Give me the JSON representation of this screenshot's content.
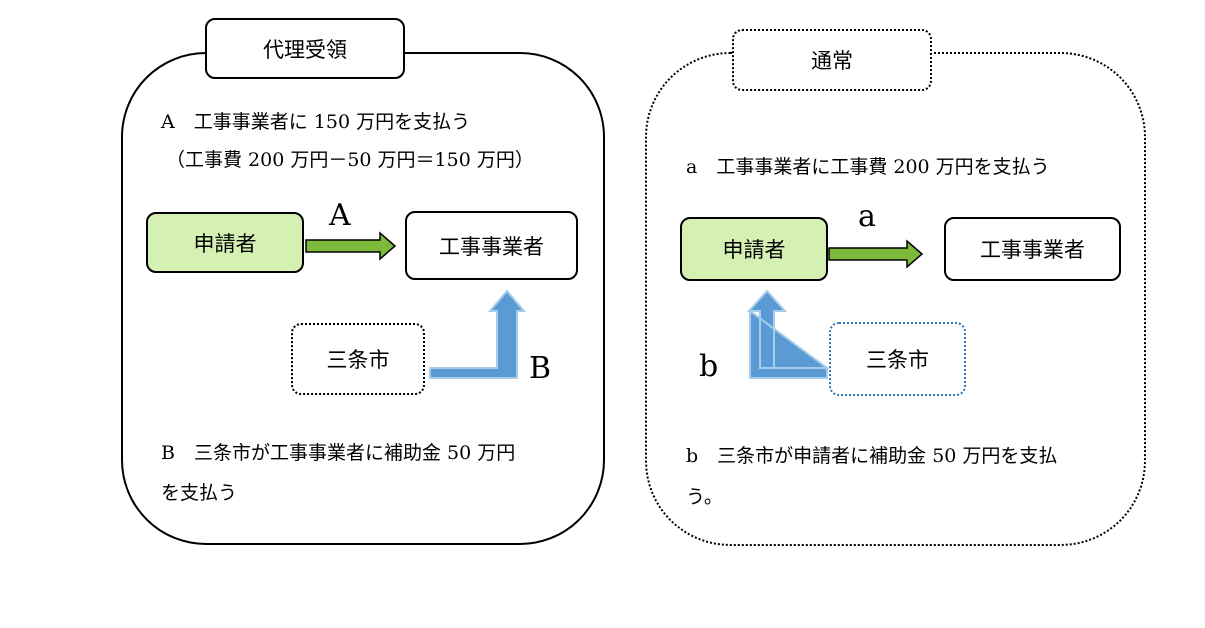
{
  "left_panel": {
    "tab": "代理受領",
    "line_a": "A　工事事業者に 150 万円を支払う",
    "line_a2": "（工事費 200 万円－50 万円＝150 万円）",
    "applicant": "申請者",
    "contractor": "工事事業者",
    "city": "三条市",
    "arrow_a": "A",
    "arrow_b": "B",
    "line_b": "B　三条市が工事事業者に補助金 50 万円",
    "line_b2": "を支払う"
  },
  "right_panel": {
    "tab": "通常",
    "line_a": "a　工事事業者に工事費 200 万円を支払う",
    "applicant": "申請者",
    "contractor": "工事事業者",
    "city": "三条市",
    "arrow_a": "a",
    "arrow_b": "b",
    "line_b": "b　三条市が申請者に補助金 50 万円を支払",
    "line_b2": "う。"
  },
  "colors": {
    "applicant_fill": "#d4f0b3",
    "green_arrow": "#7dba3c",
    "blue_arrow": "#5b9bd5",
    "city_border_right": "#2e75b6"
  }
}
